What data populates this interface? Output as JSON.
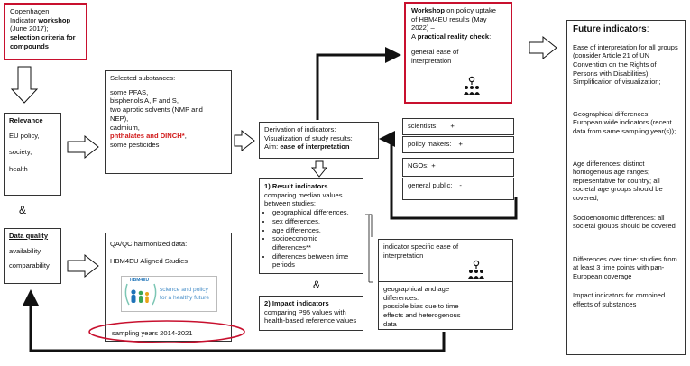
{
  "copenhagen": {
    "line1": "Copenhagen",
    "line2_pre": "Indicator ",
    "line2_bold": "workshop",
    "line3": "(June 2017);",
    "line4": "selection criteria for",
    "line5": "compounds"
  },
  "relevance": {
    "heading": "Relevance",
    "items": [
      "EU policy,",
      "society,",
      "health"
    ]
  },
  "ampersand": "&",
  "data_quality": {
    "heading": "Data quality",
    "items": [
      "availability,",
      "comparability"
    ]
  },
  "substances": {
    "heading": "Selected substances:",
    "lines": [
      "some PFAS,",
      "bisphenols A, F and S,",
      "two aprotic solvents (NMP and",
      "NEP),",
      "cadmium,"
    ],
    "highlight": "phthalates and DINCH*",
    "highlight_suffix": ",",
    "last": "some pesticides"
  },
  "qaqc": {
    "heading": "QA/QC harmonized data:",
    "aligned": "HBM4EU Aligned Studies",
    "logo_name": "HBM4EU",
    "logo_tagline_1": "science and policy",
    "logo_tagline_2": "for a healthy future",
    "sampling": "sampling years 2014-2021"
  },
  "workshop": {
    "bold1": "Workshop",
    "rest1": " on policy uptake",
    "line2": "of HBM4EU results (May",
    "line3": "2022) –",
    "line4_pre": "A ",
    "line4_bold": "practical reality check",
    "line4_post": ":",
    "line5": "general ease of",
    "line6": "interpretation"
  },
  "derivation": {
    "line1": "Derivation of indicators:",
    "line2": "Visualization of study results:",
    "line3_pre": "Aim: ",
    "line3_bold": "ease of interpretation"
  },
  "stakeholders": [
    {
      "label": "scientists:",
      "value": "+"
    },
    {
      "label": "policy makers:",
      "value": "+"
    },
    {
      "label": "NGOs:",
      "value": "+"
    },
    {
      "label": "general public:",
      "value": "-"
    }
  ],
  "result_indicators": {
    "title": "1) Result indicators",
    "sub1": "comparing median values",
    "sub2": "between studies:",
    "bullets": [
      "geographical differences,",
      "sex differences,",
      "age differences,",
      "socioeconomic differences**",
      "differences between time periods"
    ]
  },
  "impact_indicators": {
    "title": "2) Impact indicators",
    "sub1": "comparing P95 values with",
    "sub2": "health-based reference values"
  },
  "indicator_specific": {
    "line1": "indicator specific ease of",
    "line2": "interpretation",
    "detail": [
      "geographical and age",
      "differences:",
      "possible bias due to time",
      "effects and heterogenous",
      "data"
    ]
  },
  "future": {
    "title": "Future indicators",
    "title_suffix": ":",
    "paras": [
      "Ease of interpretation for all groups (consider Article 21 of UN Convention on the Rights of Persons with Disabilities); Simplification of visualization;",
      "Geographical differences: European wide indicators (recent data from same sampling year(s));",
      "Age differences: distinct homogenous age ranges; representative for country; all societal age groups should be covered;",
      "Socioenonomic differences: all societal groups should be covered",
      "Differences over time: studies from at least 3 time points with pan-European coverage",
      "Impact indicators for combined effects of substances"
    ]
  }
}
